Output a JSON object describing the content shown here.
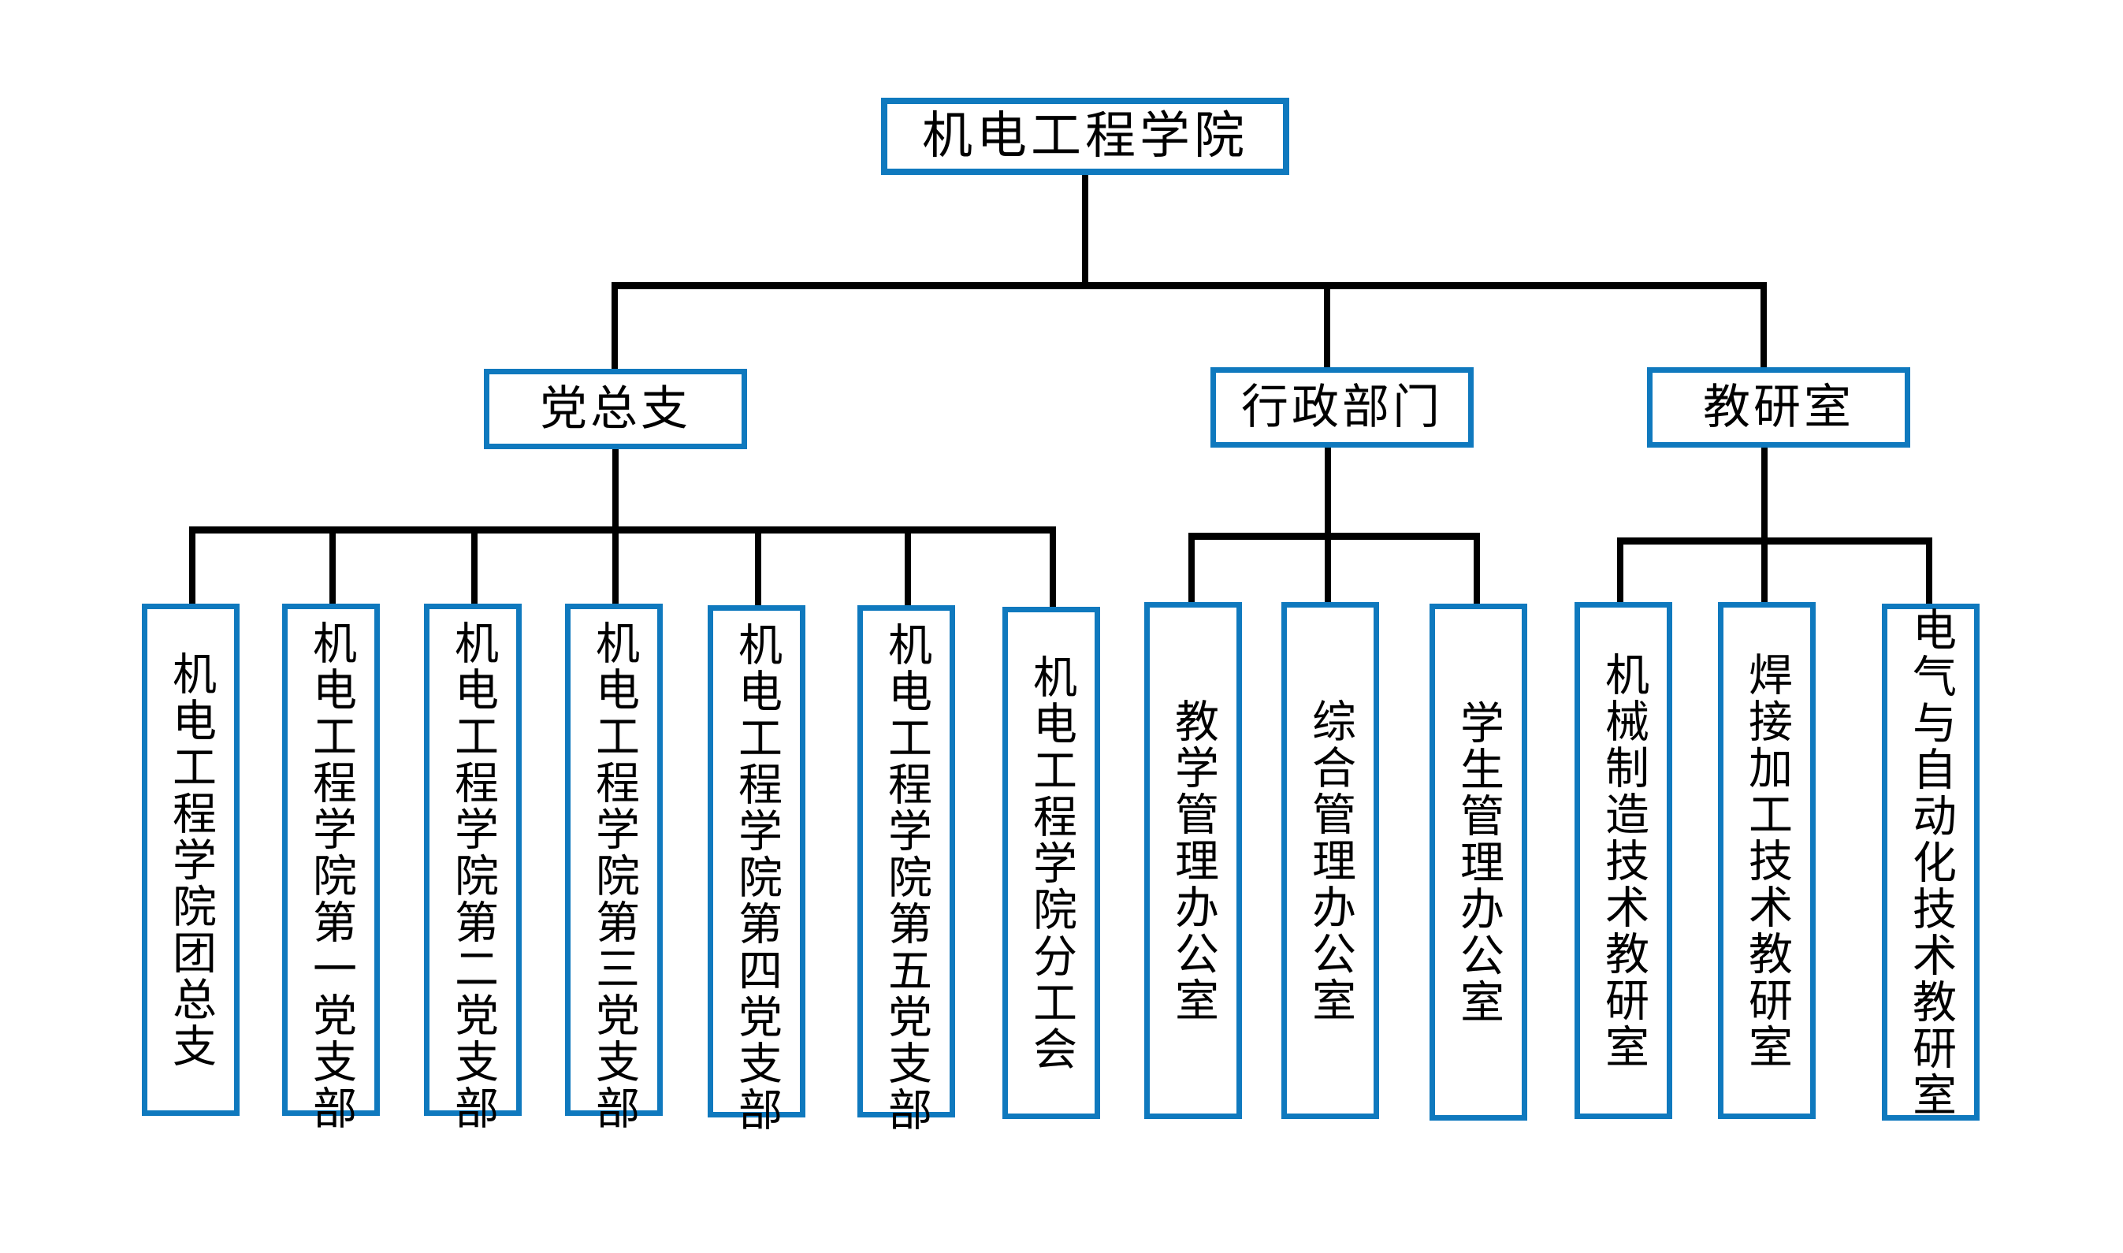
{
  "diagram": {
    "title": "机电工程学院 组织结构图",
    "accent_color": "#0F79BE",
    "line_color": "#000000",
    "background_color": "#FFFFFF",
    "root": {
      "label": "机电工程学院"
    },
    "branches": [
      {
        "label": "党总支",
        "children": [
          {
            "label": "机电工程学院团总支"
          },
          {
            "label": "机电工程学院第一党支部"
          },
          {
            "label": "机电工程学院第二党支部"
          },
          {
            "label": "机电工程学院第三党支部"
          },
          {
            "label": "机电工程学院第四党支部"
          },
          {
            "label": "机电工程学院第五党支部"
          },
          {
            "label": "机电工程学院分工会"
          }
        ]
      },
      {
        "label": "行政部门",
        "children": [
          {
            "label": "教学管理办公室"
          },
          {
            "label": "综合管理办公室"
          },
          {
            "label": "学生管理办公室"
          }
        ]
      },
      {
        "label": "教研室",
        "children": [
          {
            "label": "机械制造技术教研室"
          },
          {
            "label": "焊接加工技术教研室"
          },
          {
            "label": "电气与自动化技术教研室"
          }
        ]
      }
    ]
  }
}
